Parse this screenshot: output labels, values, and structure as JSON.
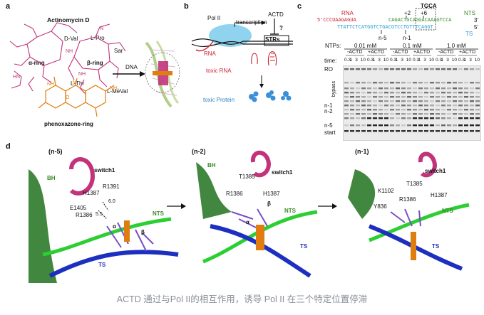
{
  "panel_a": {
    "label": "a",
    "title": "Actinomycin D",
    "labels": [
      "D-Val",
      "L-Pro",
      "Sar",
      "α-ring",
      "β-ring",
      "L-Thr",
      "L-MeVal",
      "phenoxazone-ring",
      "DNA"
    ],
    "atoms": [
      "O",
      "N",
      "NH",
      "NH₂",
      "HN",
      "NH",
      "NH",
      "N"
    ]
  },
  "panel_b": {
    "label": "b",
    "pol_label": "Pol II",
    "transcription": "transcription",
    "actd": "ACTD",
    "question": "?",
    "strs": "STRs",
    "rna": "RNA",
    "toxic_rna": "toxic RNA",
    "toxic_protein": "toxic Protein"
  },
  "panel_c": {
    "label": "c",
    "tgca": "TGCA",
    "rna_label": "RNA",
    "nts": "NTS",
    "ts": "TS",
    "rna_seq": "5'CCCUAAGAGUA",
    "nts_seq": "CAGACTGCAGGACAAAGTCCA",
    "nts_end": "3'",
    "ts_seq": "TTATTCTCATGGTCTGACGTCCTGTTTCAGGT",
    "ts_end": "5'",
    "pos_plus2": "+2",
    "pos_plus6": "+6",
    "pos_n5": "n-5",
    "pos_n1": "n-1",
    "ntps_label": "NTPs:",
    "concentrations": [
      "0.01 mM",
      "0.1 mM",
      "1.0 mM"
    ],
    "minus_actd": "-ACTD",
    "plus_actd": "+ACTD",
    "time_label": "time:",
    "times": [
      "0.3",
      "1",
      "3",
      "10"
    ],
    "gel_labels": [
      "RO",
      "bypass",
      "n-1",
      "n-2",
      "n-5",
      "start"
    ]
  },
  "panel_d": {
    "label": "d",
    "states": [
      {
        "title": "(n-5)",
        "labels": [
          "BH",
          "switch1",
          "H1387",
          "R1391",
          "E1405",
          "R1386",
          "NTS",
          "TS",
          "α",
          "β",
          "6.0",
          "5.5"
        ]
      },
      {
        "title": "(n-2)",
        "labels": [
          "BH",
          "T1385",
          "switch1",
          "R1386",
          "H1387",
          "β",
          "NTS",
          "α",
          "TS"
        ]
      },
      {
        "title": "(n-1)",
        "labels": [
          "switch1",
          "T1385",
          "K1102",
          "H1387",
          "Y836",
          "R1386",
          "NTS",
          "TS"
        ]
      }
    ]
  },
  "caption": "ACTD 通过与Pol II的相互作用，诱导 Pol II 在三个特定位置停滞",
  "colors": {
    "magenta": "#c2337c",
    "orange": "#e07d10",
    "green": "#3a8a28",
    "blue": "#1d2fbf",
    "cyan": "#2a9fd6",
    "red": "#d0202f"
  }
}
